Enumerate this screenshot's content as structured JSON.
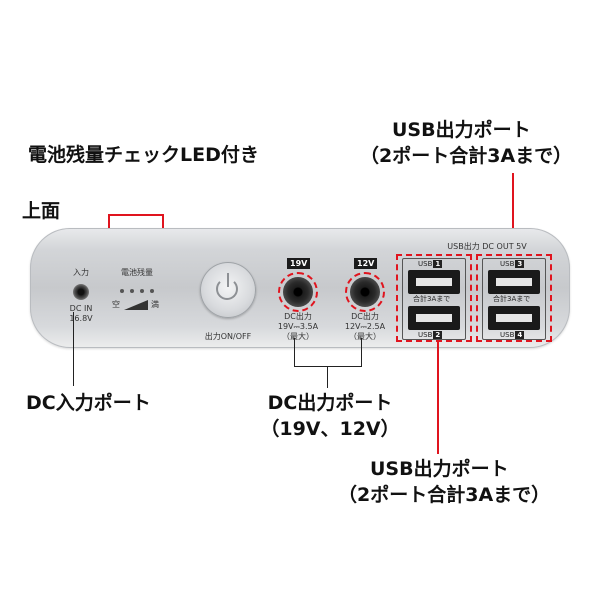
{
  "callouts": {
    "led": "電池残量チェックLED付き",
    "top_side": "上面",
    "usb_top_line1": "USB出力ポート",
    "usb_top_line2": "（2ポート合計3Aまで）",
    "dc_in": "DC入力ポート",
    "dc_out_line1": "DC出力ポート",
    "dc_out_line2": "（19V、12V）",
    "usb_bottom_line1": "USB出力ポート",
    "usb_bottom_line2": "（2ポート合計3Aまで）"
  },
  "device": {
    "input_label": "入力",
    "dc_in_label_1": "DC IN",
    "dc_in_label_2": "16.8V",
    "battery_label": "電池残量",
    "battery_empty": "空",
    "battery_full": "満",
    "power_label": "出力ON/OFF",
    "port_19v_tag": "19V",
    "port_19v_text_1": "DC出力",
    "port_19v_text_2": "19V⎓3.5A",
    "port_19v_text_3": "（最大）",
    "port_12v_tag": "12V",
    "port_12v_text_1": "DC出力",
    "port_12v_text_2": "12V⎓2.5A",
    "port_12v_text_3": "（最大）",
    "usb_header": "USB出力  DC OUT 5V",
    "usb1_prefix": "USB",
    "usb1_num": "1",
    "usb2_prefix": "USB",
    "usb2_num": "2",
    "usb3_prefix": "USB",
    "usb3_num": "3",
    "usb4_prefix": "USB",
    "usb4_num": "4",
    "usb_left_total": "合計3Aまで",
    "usb_right_total": "合計3Aまで"
  },
  "colors": {
    "highlight_red": "#e0141e",
    "device_silver": "#c7c9cc"
  }
}
